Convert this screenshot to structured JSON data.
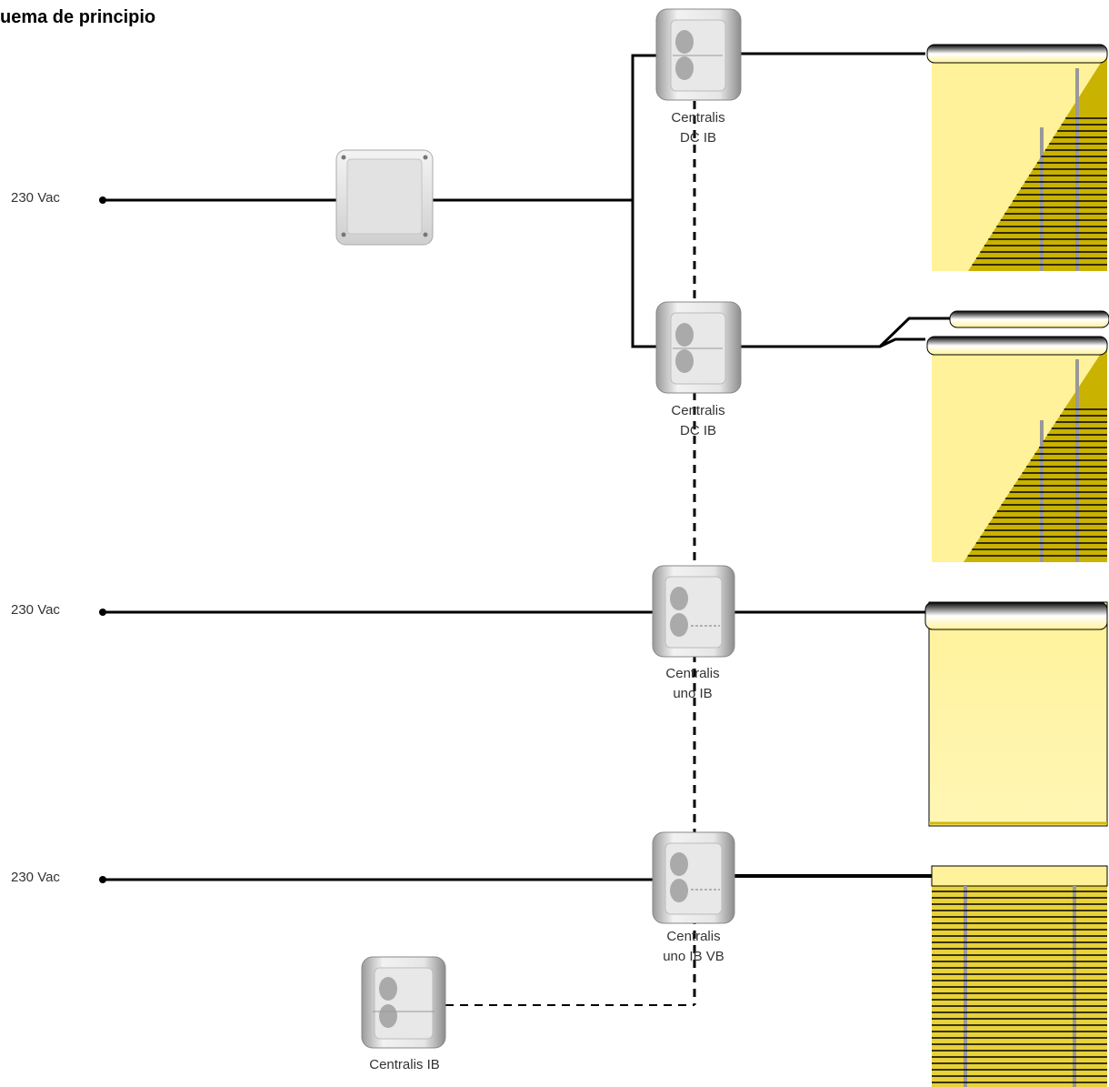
{
  "title": "uema de principio",
  "supplies": [
    {
      "label": "230 Vac"
    },
    {
      "label": "230 Vac"
    },
    {
      "label": "230 Vac"
    }
  ],
  "controllers": [
    {
      "line1": "Centralis",
      "line2": "DC IB"
    },
    {
      "line1": "Centralis",
      "line2": "DC IB"
    },
    {
      "line1": "Centralis",
      "line2": "uno IB"
    },
    {
      "line1": "Centralis",
      "line2": "uno IB VB"
    },
    {
      "line1": "Centralis IB",
      "line2": ""
    }
  ],
  "colors": {
    "wire": "#000000",
    "blind": "#fff29a",
    "blind_edge": "#d4b800",
    "slat": "#e8d23a",
    "device": "#d9d9d9"
  },
  "icons": [
    "transformer-box",
    "switch-device",
    "venetian-blind",
    "roller-shade"
  ]
}
